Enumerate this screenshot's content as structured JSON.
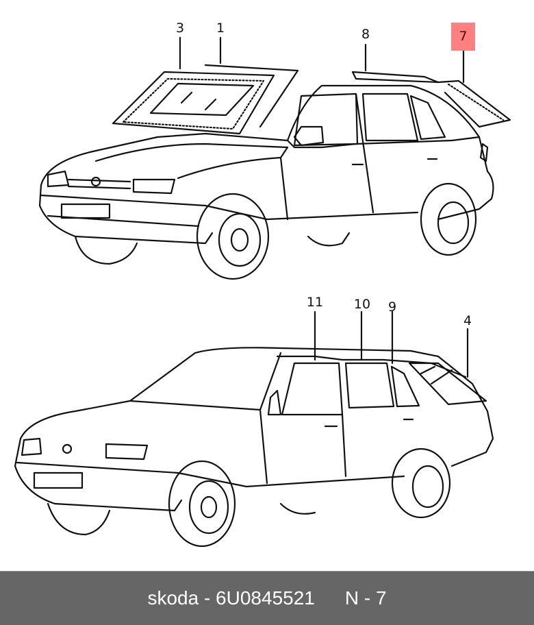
{
  "diagram": {
    "top_labels": [
      "3",
      "1",
      "8"
    ],
    "highlighted_label": "7",
    "bottom_labels": [
      "11",
      "10",
      "9",
      "4"
    ],
    "highlight_color": "#ff8080",
    "line_color": "#111111"
  },
  "footer": {
    "part_text": "skoda - 6U0845521",
    "position_text": "N - 7",
    "background": "#666666"
  }
}
